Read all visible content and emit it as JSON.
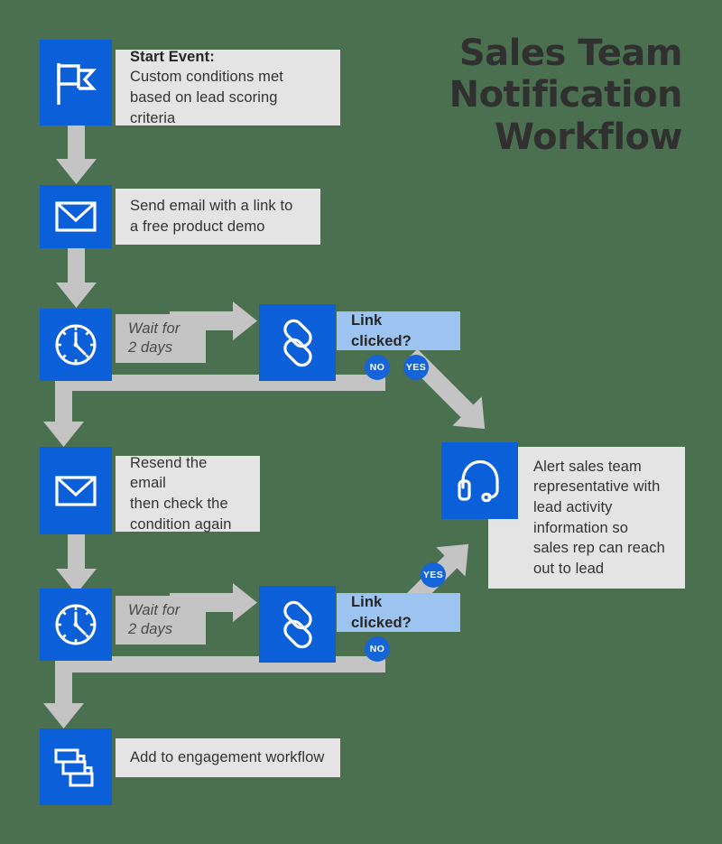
{
  "meta": {
    "background_color": "#4b7050",
    "accent_blue": "#0b5fd9",
    "badge_blue": "#1565d8",
    "arrow_gray": "#c4c4c4",
    "label_gray": "#e4e4e4",
    "decision_blue": "#9dc3f0",
    "title_color": "#303030"
  },
  "title": {
    "line1": "Sales Team",
    "line2": "Notification",
    "line3": "Workflow"
  },
  "nodes": {
    "start": {
      "icon": "flag-icon",
      "heading": "Start Event:",
      "line1": "Custom conditions met",
      "line2": "based on lead scoring criteria"
    },
    "send_email": {
      "icon": "envelope-icon",
      "line1": "Send email with a link to",
      "line2": "a free product demo"
    },
    "wait_1": {
      "icon": "clock-icon",
      "line1": "Wait for",
      "line2": "2 days"
    },
    "link_check_1": {
      "icon": "link-icon",
      "label": "Link clicked?",
      "branch_no": "NO",
      "branch_yes": "YES"
    },
    "resend_email": {
      "icon": "envelope-icon",
      "line1": "Resend the email",
      "line2": "then check the",
      "line3": "condition again"
    },
    "wait_2": {
      "icon": "clock-icon",
      "line1": "Wait for",
      "line2": "2 days"
    },
    "link_check_2": {
      "icon": "link-icon",
      "label": "Link clicked?",
      "branch_yes": "YES",
      "branch_no": "NO"
    },
    "alert_sales": {
      "icon": "headset-icon",
      "line1": "Alert sales team",
      "line2": "representative with",
      "line3": "lead activity",
      "line4": "information so",
      "line5": "sales rep can reach",
      "line6": "out to lead"
    },
    "engagement": {
      "icon": "workflow-icon",
      "line1": "Add to engagement workflow"
    }
  }
}
